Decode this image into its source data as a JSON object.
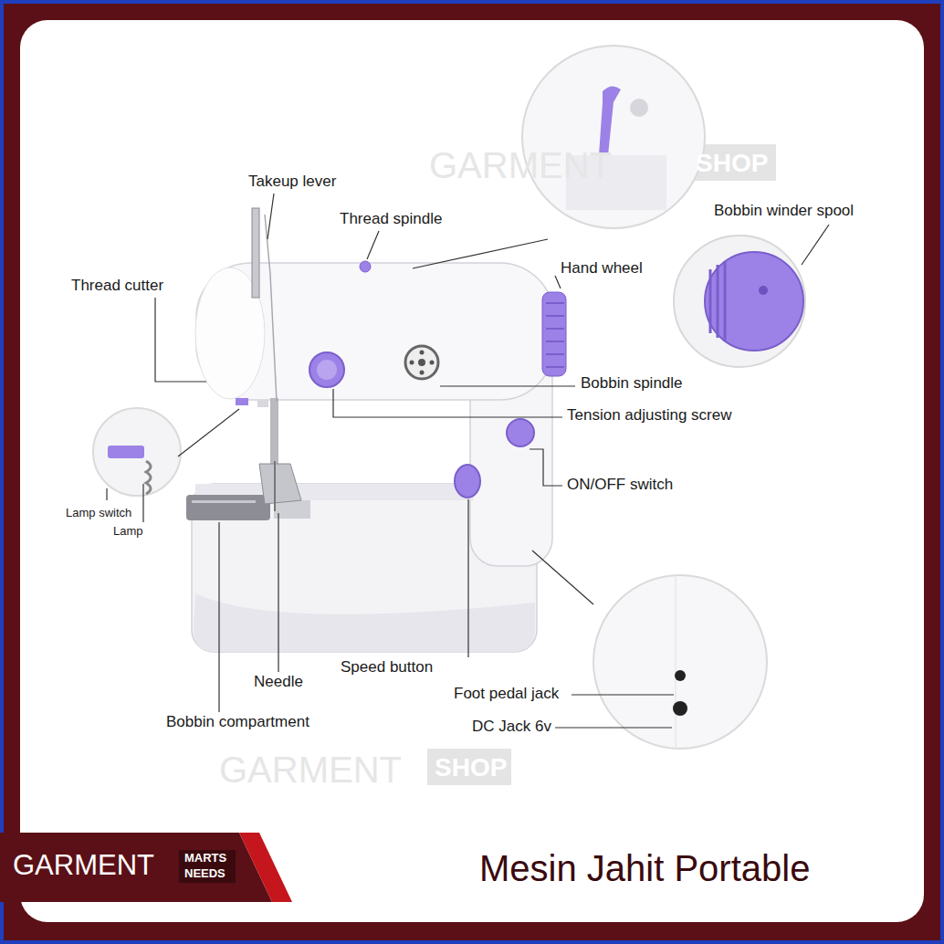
{
  "diagram": {
    "caption": "Mesin Jahit Portable",
    "labels": [
      "Takeup lever",
      "Thread spindle",
      "Thread cutter",
      "Hand wheel",
      "Bobbin winder spool",
      "Bobbin spindle",
      "Tension adjusting screw",
      "ON/OFF switch",
      "Lamp switch",
      "Lamp",
      "Speed button",
      "Needle",
      "Foot pedal jack",
      "DC Jack 6v",
      "Bobbin compartment",
      "GARMENT",
      "SHOP",
      "GARMENT",
      "SHOP",
      "GARMENT",
      "MARTS",
      "NEEDS"
    ]
  }
}
